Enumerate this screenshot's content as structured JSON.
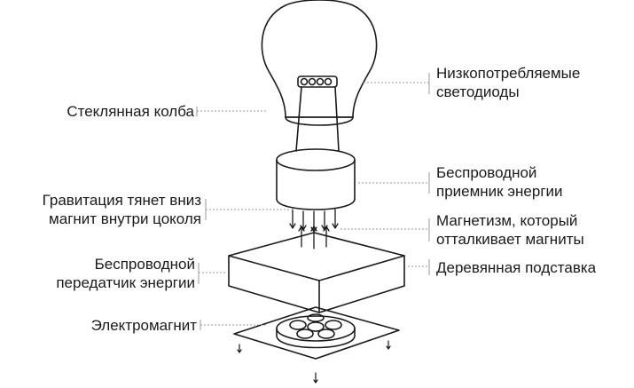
{
  "labels": {
    "glass_bulb": "Стеклянная колба",
    "leds": [
      "Низкопотребляемые",
      "светодиоды"
    ],
    "receiver": [
      "Беспроводной",
      "приемник энергии"
    ],
    "gravity": [
      "Гравитация тянет вниз",
      "магнит внутри цоколя"
    ],
    "magnetism": [
      "Магнетизм, который",
      "отталкивает магниты"
    ],
    "transmitter": [
      "Беспроводной",
      "передатчик энергии"
    ],
    "wood_base": "Деревянная подставка",
    "electromagnet": "Электромагнит"
  },
  "colors": {
    "ink": "#1a1a1a",
    "leader": "#9a9a9a",
    "background": "#ffffff"
  }
}
